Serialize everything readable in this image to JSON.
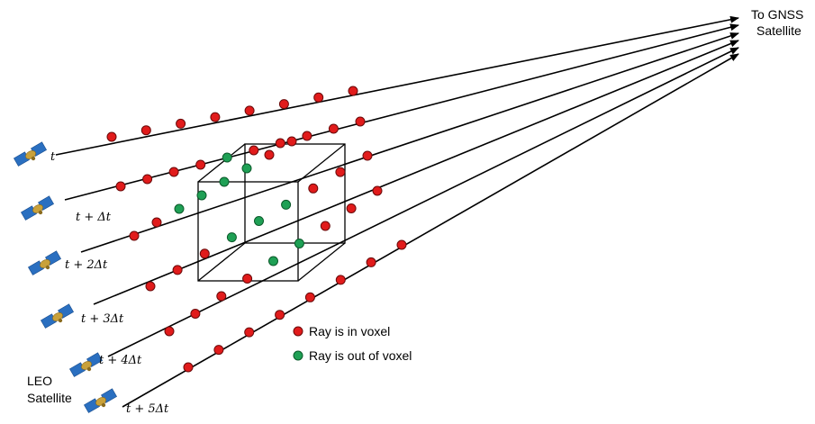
{
  "gnss_label": [
    "To GNSS",
    "Satellite"
  ],
  "leo_label": [
    "LEO",
    "Satellite"
  ],
  "time_labels": [
    "t",
    "t + Δt",
    "t + 2Δt",
    "t + 3Δt",
    "t + 4Δt",
    "t + 5Δt"
  ],
  "legend": {
    "in_voxel": "Ray is in voxel",
    "out_voxel": "Ray is out of voxel"
  },
  "colors": {
    "ray": "#000000",
    "in_voxel": "#e11b1b",
    "out_voxel": "#1fa055",
    "satellite_body": "#c9a13a",
    "satellite_panel": "#2a6fc0"
  },
  "rays": [
    {
      "time_index": 0,
      "points": [
        "in",
        "in",
        "in",
        "in",
        "in",
        "in",
        "in",
        "in"
      ]
    },
    {
      "time_index": 1,
      "points": [
        "in",
        "in",
        "in",
        "in",
        "out",
        "in",
        "in",
        "in",
        "in",
        "in"
      ]
    },
    {
      "time_index": 2,
      "points": [
        "in",
        "in",
        "out",
        "out",
        "out",
        "out",
        "in",
        "in"
      ]
    },
    {
      "time_index": 3,
      "points": [
        "in",
        "in",
        "in",
        "out",
        "out",
        "out",
        "in",
        "in",
        "in"
      ]
    },
    {
      "time_index": 4,
      "points": [
        "in",
        "in",
        "in",
        "in",
        "out",
        "out",
        "in",
        "in",
        "in"
      ]
    },
    {
      "time_index": 5,
      "points": [
        "in",
        "in",
        "in",
        "in",
        "in",
        "in",
        "in",
        "in"
      ]
    }
  ]
}
